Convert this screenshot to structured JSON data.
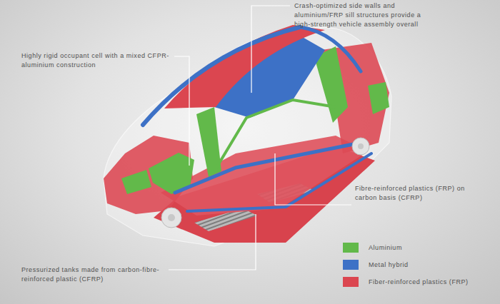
{
  "diagram": {
    "labels": [
      "Highly rigid occupant cell with a mixed CFPR-aluminium construction",
      "Crash-optimized side walls and aluminium/FRP sill structures provide a high-strength vehicle assembly overall",
      "Fibre-reinforced plastics (FRP) on carbon basis (CFRP)",
      "Pressurized tanks made from carbon-fibre-reinforced plastic (CFRP)"
    ],
    "legend": [
      {
        "text": "Aluminium",
        "color": "#62b94a"
      },
      {
        "text": "Metal hybrid",
        "color": "#3d71c6"
      },
      {
        "text": "Fiber-reinforced plastics (FRP)",
        "color": "#db4650"
      }
    ]
  }
}
